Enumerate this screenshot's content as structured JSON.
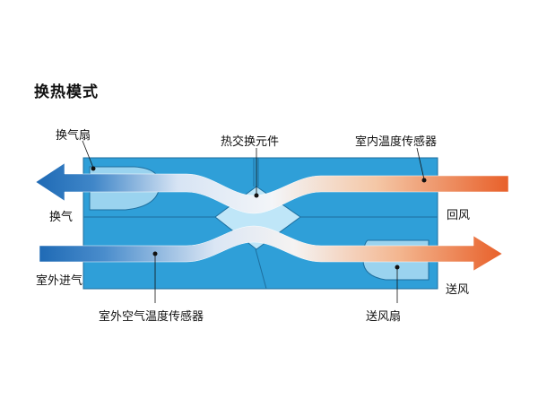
{
  "diagram": {
    "title": "换热模式",
    "labels": {
      "exhaust_fan": "换气扇",
      "heat_exchanger": "热交换元件",
      "indoor_temp_sensor": "室内温度传感器",
      "exhaust": "换气",
      "return_air": "回风",
      "outdoor_intake": "室外进气",
      "supply_air": "送风",
      "outdoor_temp_sensor": "室外空气温度传感器",
      "supply_fan": "送风扇"
    },
    "colors": {
      "housing": "#2f9fd8",
      "housing_stroke": "#1d6e9e",
      "fan_fill": "#9ad3ef",
      "core_fill": "#bfe6f8",
      "cool_arrow": "#1f6ab5",
      "warm_arrow": "#e8602a",
      "duct_light": "#eef3fa"
    }
  }
}
